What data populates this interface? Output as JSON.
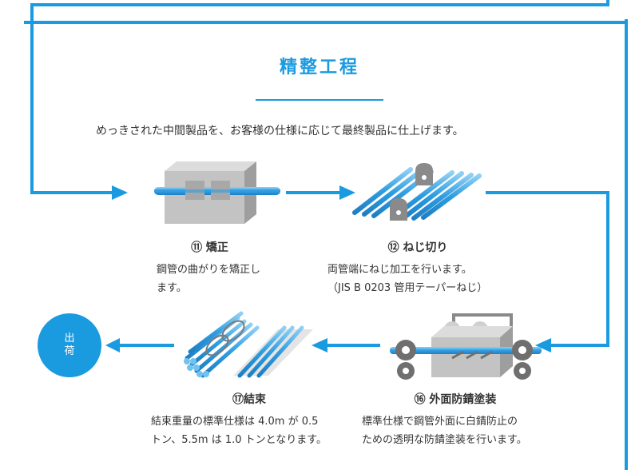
{
  "section": {
    "title": "精整工程",
    "intro": "めっきされた中間製品を、お客様の仕様に応じて最終製品に仕上げます。"
  },
  "steps": [
    {
      "label": "⑪ 矯正",
      "lines": [
        "鋼管の曲がりを矯正し",
        "ます。"
      ]
    },
    {
      "label": "⑫ ねじ切り",
      "lines": [
        "両管端にねじ加工を行います。",
        "（JIS B 0203 管用テーパーねじ）"
      ]
    },
    {
      "label": "⑯ 外面防錆塗装",
      "lines": [
        "標準仕様で鋼管外面に白錆防止の",
        "ための透明な防錆塗装を行います。"
      ]
    },
    {
      "label": "⑰結束",
      "lines": [
        "結束重量の標準仕様は 4.0m が 0.5",
        "トン、5.5m は 1.0 トンとなります。"
      ]
    }
  ],
  "shipping": {
    "label": "出荷"
  },
  "colors": {
    "accent": "#1a9be0",
    "text": "#333333"
  }
}
